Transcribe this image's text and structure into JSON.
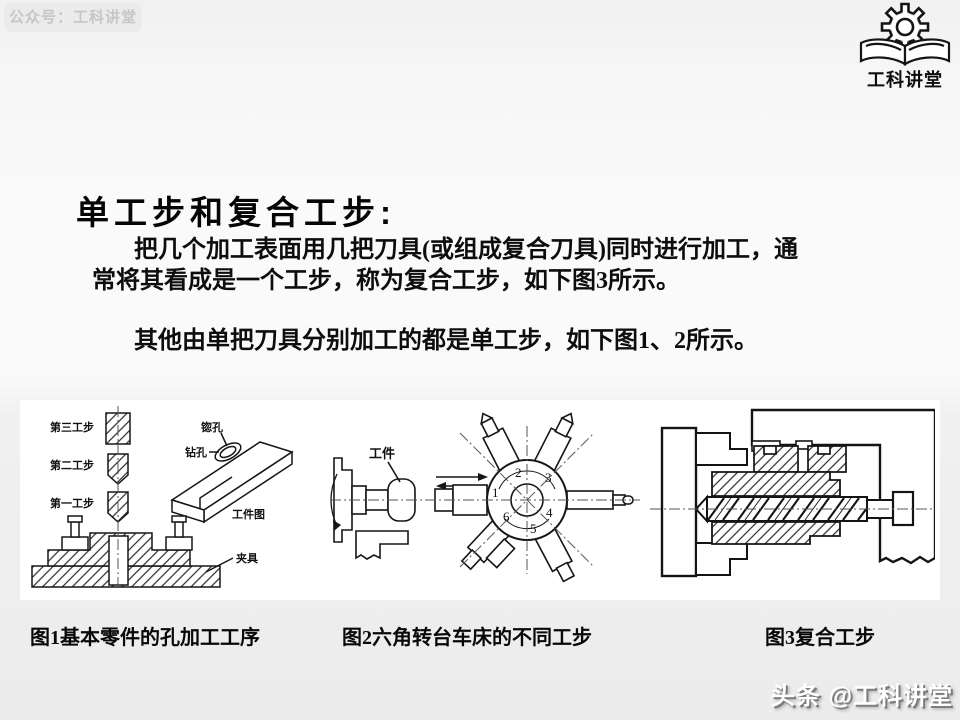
{
  "page": {
    "badge": "公众号：工科讲堂",
    "logo_text": "工科讲堂",
    "watermark": "头条 @工科讲堂"
  },
  "title": "单工步和复合工步:",
  "paragraphs": {
    "p1": "把几个加工表面用几把刀具(或组成复合刀具)同时进行加工，通常将其看成是一个工步，称为复合工步，如下图3所示。",
    "p2": "其他由单把刀具分别加工的都是单工步，如下图1、2所示。"
  },
  "figures": {
    "fig1": {
      "caption": "图1基本零件的孔加工工序",
      "labels": {
        "step3": "第三工步",
        "step2": "第二工步",
        "step1": "第一工步",
        "counterbore": "锪孔",
        "drill": "钻孔",
        "workpiece_view": "工件图",
        "fixture": "夹具"
      }
    },
    "fig2": {
      "caption": "图2六角转台车床的不同工步",
      "labels": {
        "workpiece": "工件",
        "positions": [
          "1",
          "2",
          "3",
          "4",
          "5",
          "6"
        ]
      }
    },
    "fig3": {
      "caption": "图3复合工步"
    }
  }
}
